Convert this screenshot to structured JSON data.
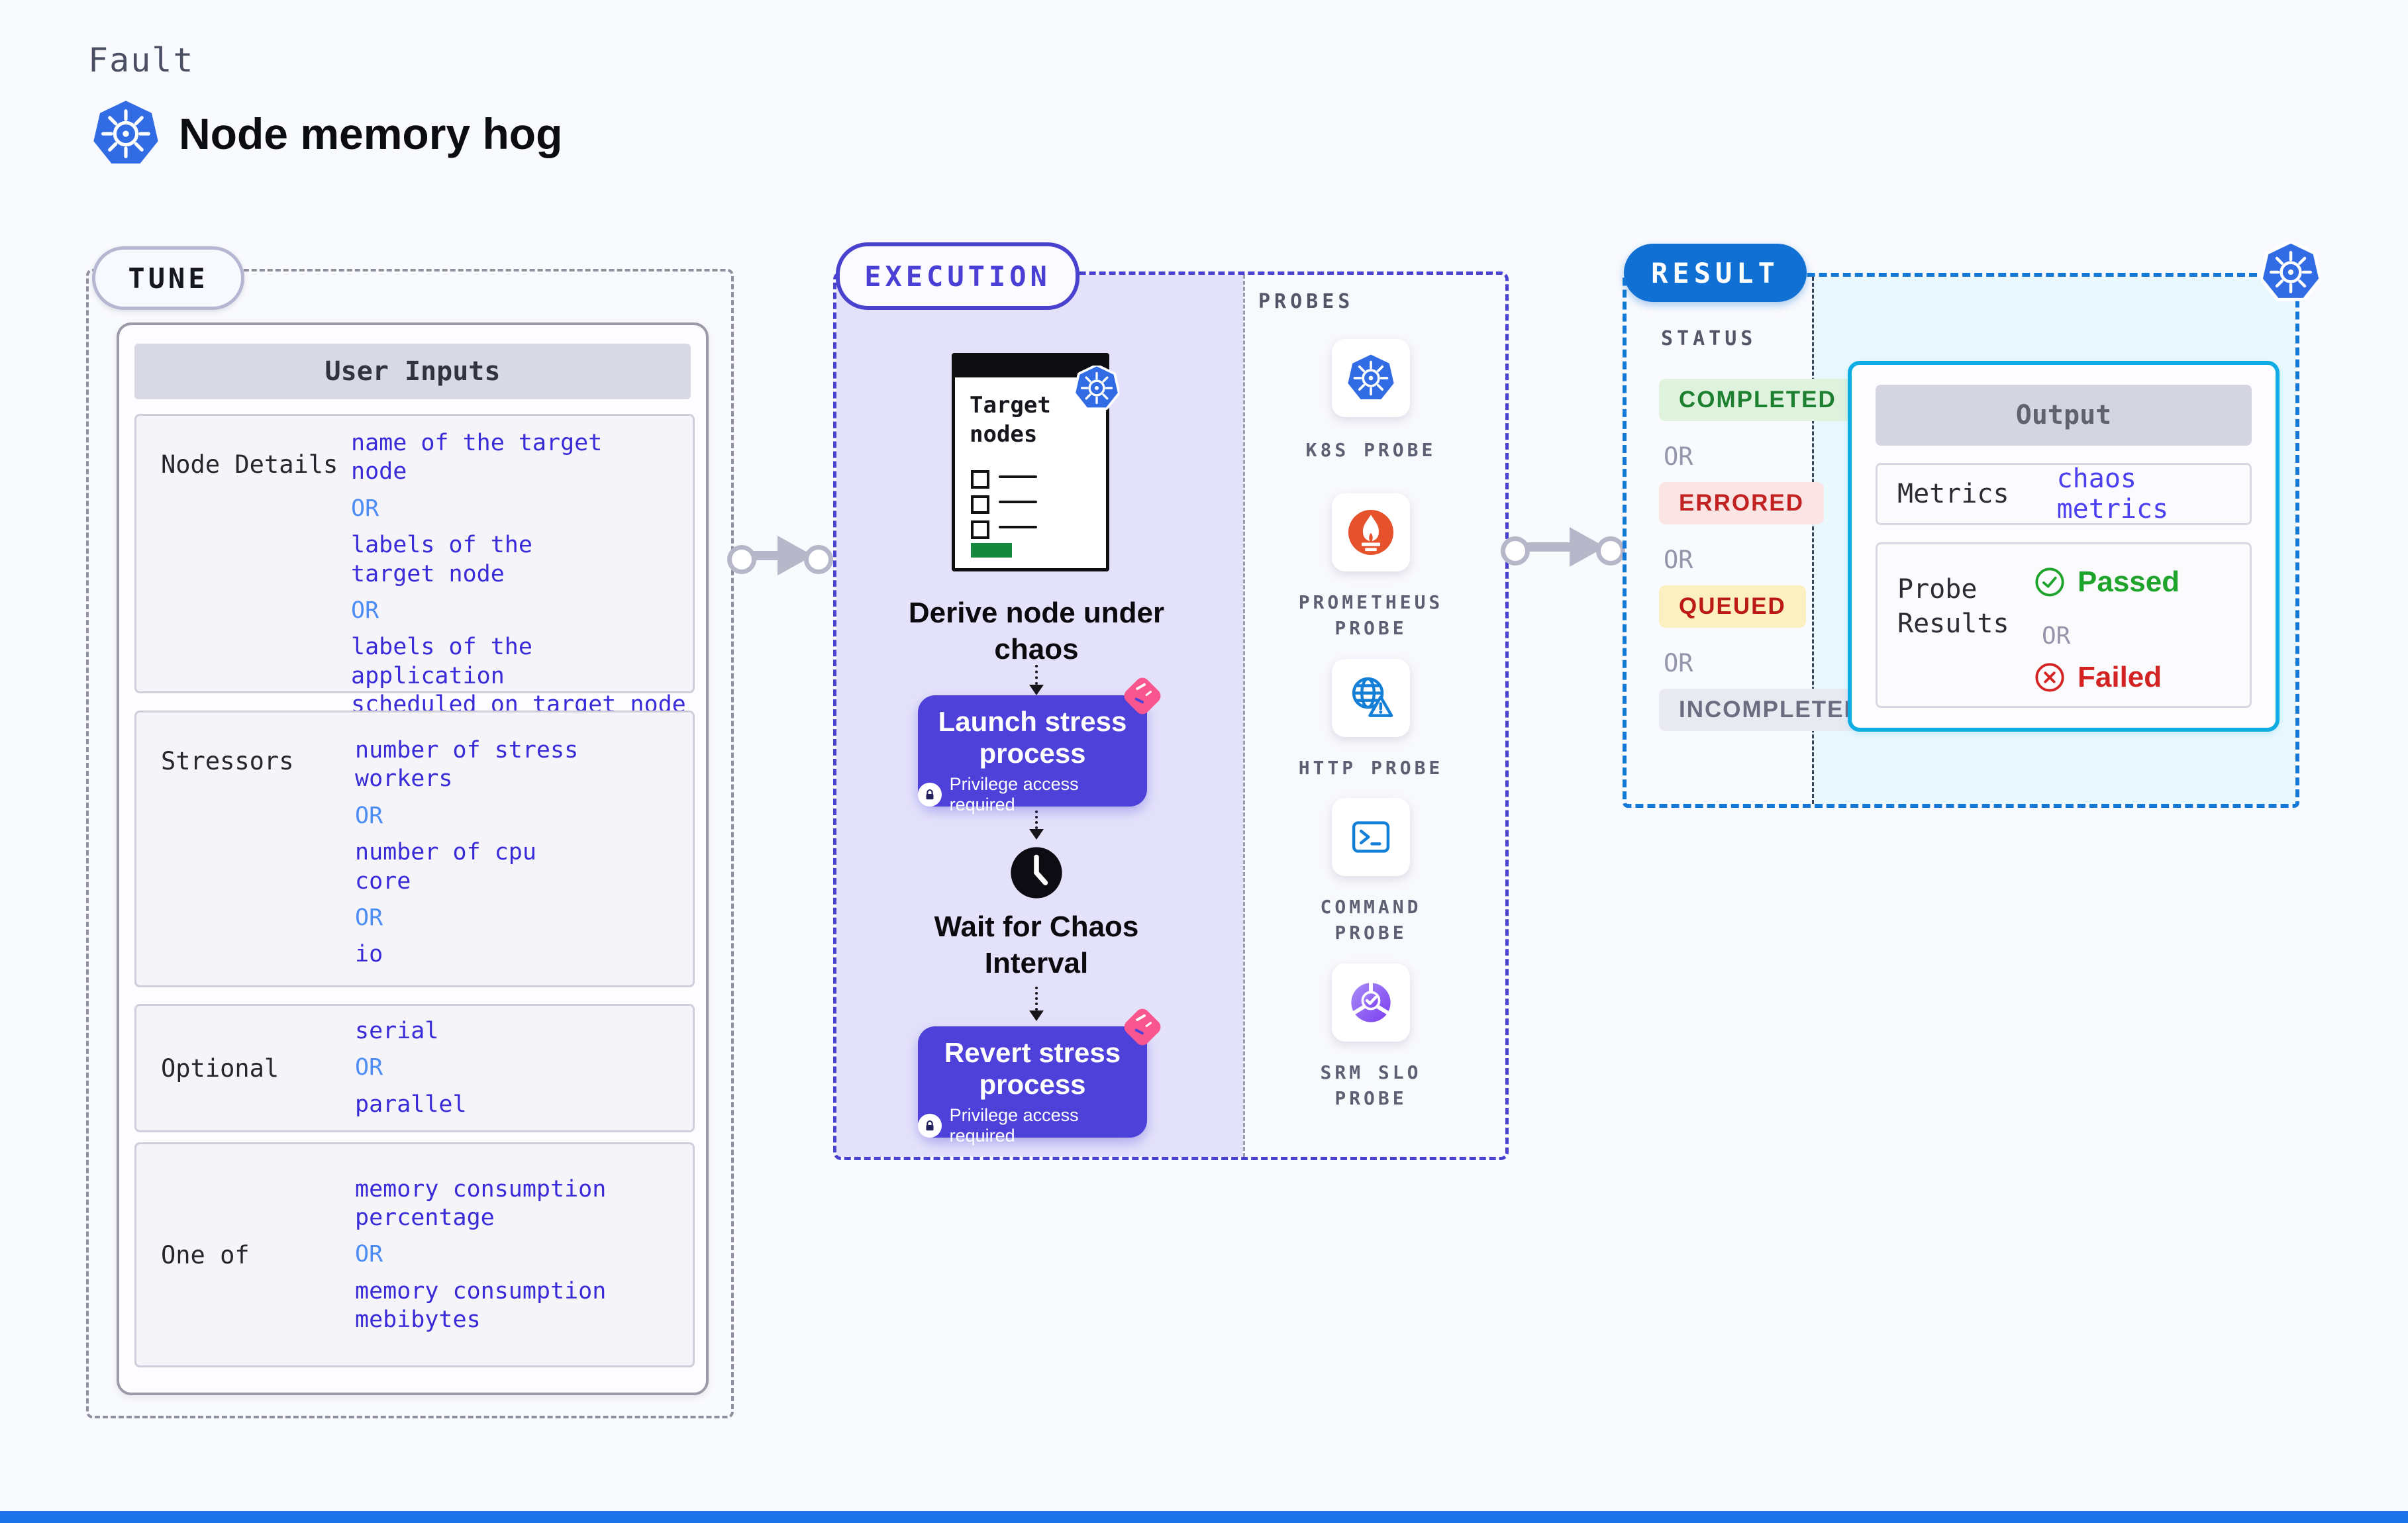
{
  "header": {
    "kicker": "Fault",
    "title": "Node memory hog"
  },
  "tune": {
    "badge": "TUNE",
    "table_title": "User Inputs",
    "or": "OR",
    "rows": [
      {
        "label": "Node Details",
        "values": [
          "name of the target\nnode",
          "labels of the\ntarget node",
          "labels of the application\n scheduled on target node"
        ]
      },
      {
        "label": "Stressors",
        "values": [
          "number of stress\nworkers",
          "number of cpu\ncore",
          "io"
        ]
      },
      {
        "label": "Optional",
        "values": [
          "serial",
          "parallel"
        ]
      },
      {
        "label": "One of",
        "values": [
          "memory consumption\npercentage",
          "memory consumption\nmebibytes"
        ]
      }
    ]
  },
  "execution": {
    "badge": "EXECUTION",
    "target_card_title": "Target\nnodes",
    "derive_caption": "Derive node under\nchaos",
    "launch_title": "Launch stress\nprocess",
    "wait_caption": "Wait for Chaos\nInterval",
    "revert_title": "Revert stress\nprocess",
    "privilege_note": "Privilege access required"
  },
  "probes": {
    "title": "PROBES",
    "items": [
      {
        "label": "K8S PROBE",
        "icon": "kubernetes-icon"
      },
      {
        "label": "PROMETHEUS\nPROBE",
        "icon": "prometheus-icon"
      },
      {
        "label": "HTTP PROBE",
        "icon": "globe-alert-icon"
      },
      {
        "label": "COMMAND\nPROBE",
        "icon": "terminal-icon"
      },
      {
        "label": "SRM SLO\nPROBE",
        "icon": "slo-gauge-icon"
      }
    ]
  },
  "result": {
    "badge": "RESULT",
    "status_title": "STATUS",
    "or": "OR",
    "statuses": [
      {
        "label": "COMPLETED",
        "color": "#1d8030"
      },
      {
        "label": "ERRORED",
        "color": "#c32222"
      },
      {
        "label": "QUEUED",
        "color": "#bc1a15"
      },
      {
        "label": "INCOMPLETED",
        "color": "#6c6c81"
      }
    ],
    "output": {
      "title": "Output",
      "metrics_label": "Metrics",
      "metrics_value": "chaos metrics",
      "probe_label": "Probe\nResults",
      "passed": "Passed",
      "failed": "Failed"
    }
  },
  "colors": {
    "accent_indigo": "#4d41d9",
    "execution_border": "#4942cf",
    "result_blue": "#1170d3",
    "output_border": "#0fade4",
    "value_blue": "#3a2bd8",
    "or_blue": "#4c8df5",
    "pink_chaos": "#f9558f",
    "passed_green": "#1ea32b",
    "failed_red": "#d32322",
    "k8s_blue": "#326ce5",
    "prometheus_orange": "#e6522c"
  }
}
